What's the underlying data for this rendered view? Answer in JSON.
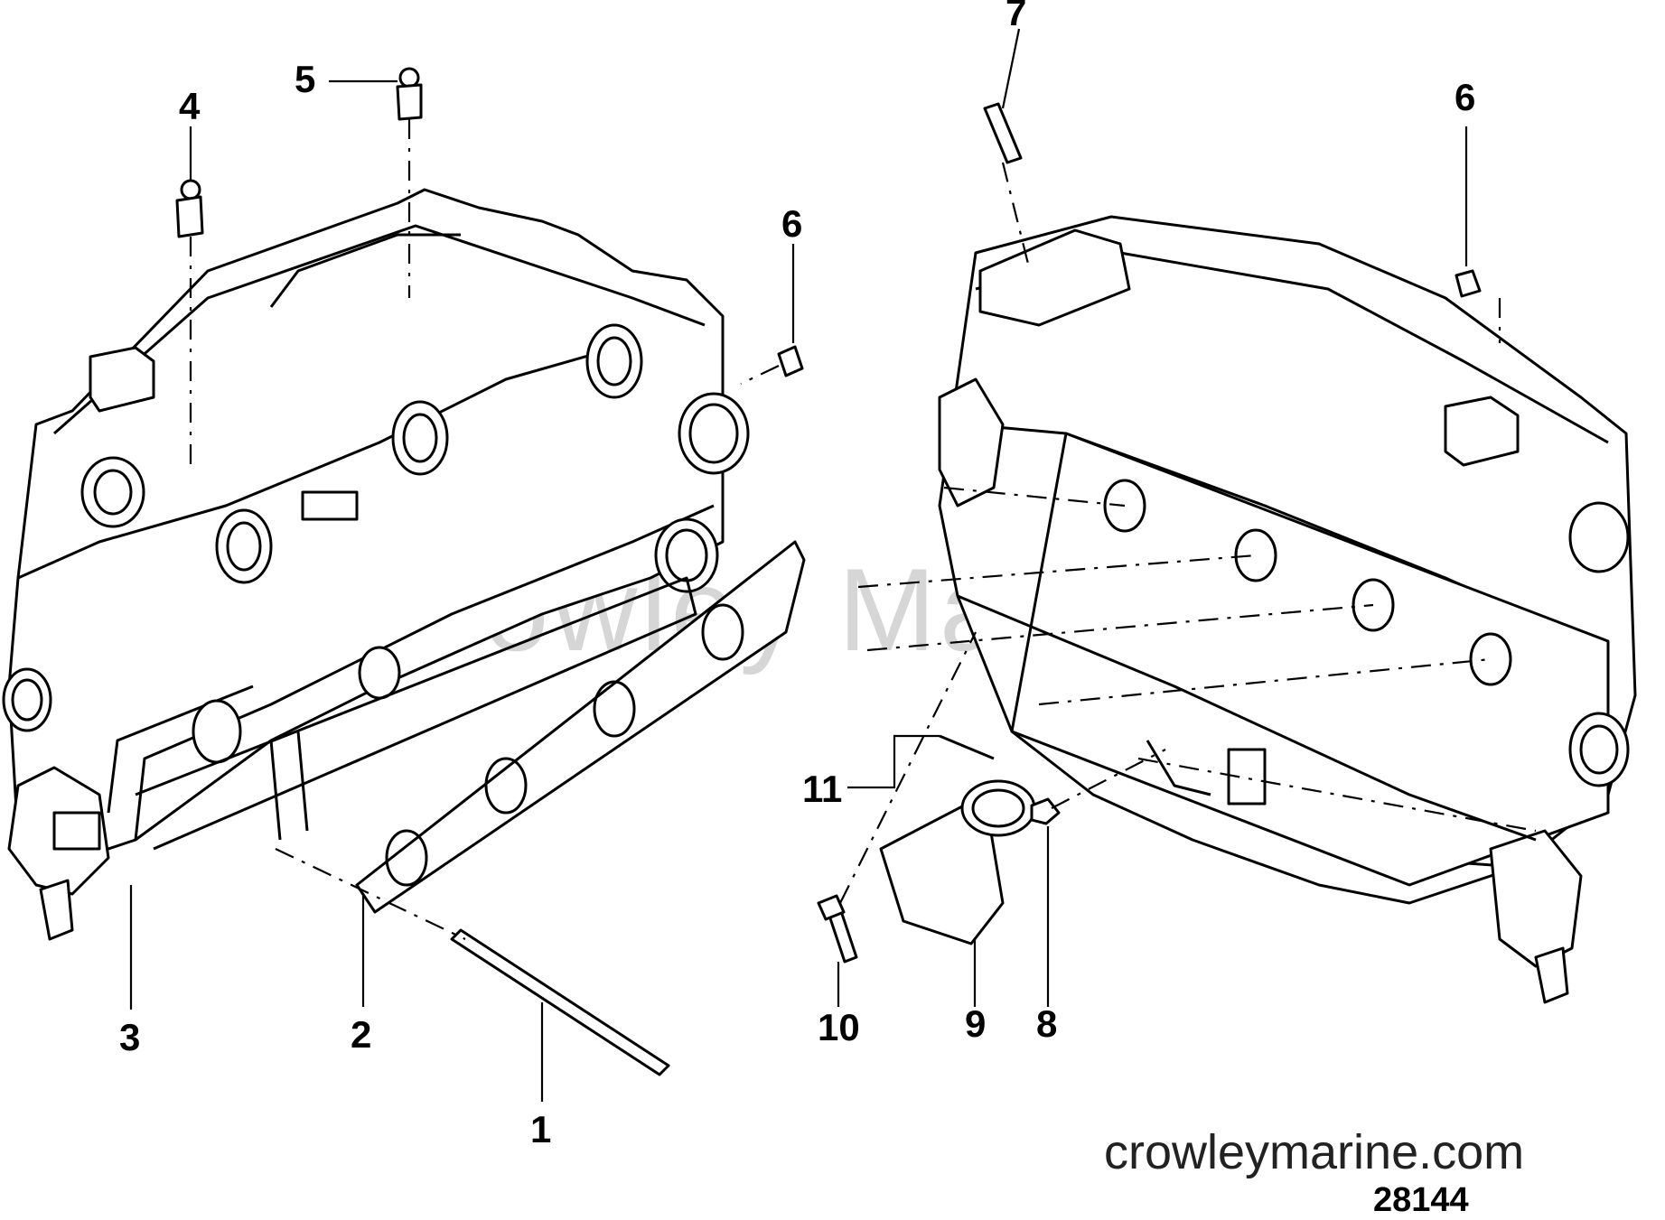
{
  "diagram": {
    "watermark": "Crowley Marine",
    "site_url": "crowleymarine.com",
    "figure_number": "28144",
    "callouts": [
      "1",
      "2",
      "3",
      "4",
      "5",
      "6",
      "6",
      "7",
      "8",
      "9",
      "10",
      "11"
    ]
  }
}
